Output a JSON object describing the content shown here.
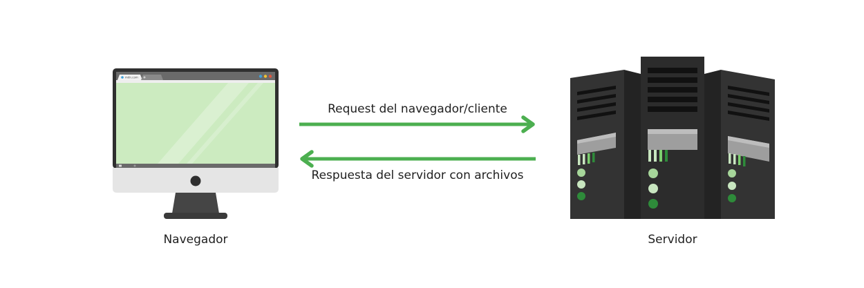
{
  "nodes": {
    "browser": {
      "label": "Navegador"
    },
    "server": {
      "label": "Servidor"
    }
  },
  "browser_window": {
    "tab_title": "mdn.com",
    "screen_color": "#ccebc0"
  },
  "edges": [
    {
      "from": "browser",
      "to": "server",
      "label": "Request del navegador/cliente"
    },
    {
      "from": "server",
      "to": "browser",
      "label": "Respuesta del servidor con archivos"
    }
  ],
  "colors": {
    "arrow": "#4caf50",
    "server_body": "#333333",
    "led_light": "#c8e6c0",
    "led_dark": "#2e8b3a"
  }
}
